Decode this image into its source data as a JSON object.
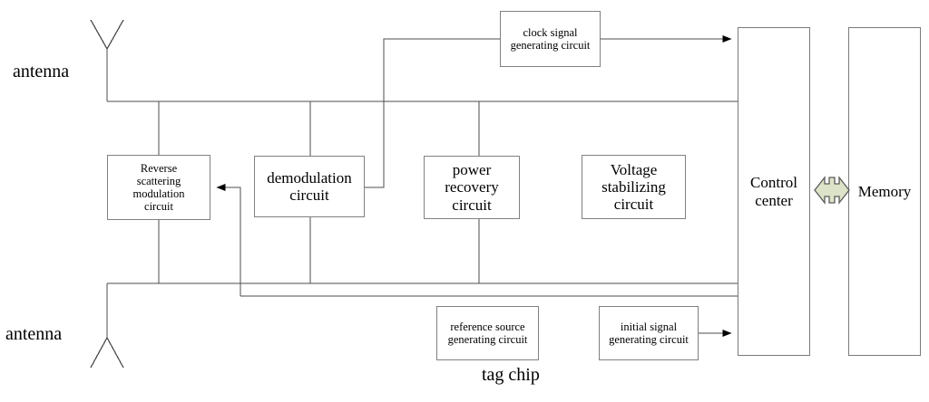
{
  "diagram": {
    "title": "tag chip",
    "type": "block-diagram",
    "domain": "RFID tag chip architecture"
  },
  "labels": {
    "antenna_top": "antenna",
    "antenna_bottom": "antenna",
    "tag_chip": "tag chip"
  },
  "blocks": {
    "clock_signal": {
      "line1": "clock signal",
      "line2": "generating circuit",
      "text": "clock signal generating circuit"
    },
    "reverse_scattering": {
      "line1": "Reverse",
      "line2": "scattering",
      "line3": "modulation",
      "line4": "circuit",
      "text": "Reverse scattering modulation circuit"
    },
    "demodulation": {
      "line1": "demodulation",
      "line2": "circuit",
      "text": "demodulation circuit"
    },
    "power_recovery": {
      "line1": "power",
      "line2": "recovery",
      "line3": "circuit",
      "text": "power recovery circuit"
    },
    "voltage_stabilizing": {
      "line1": "Voltage",
      "line2": "stabilizing",
      "line3": "circuit",
      "text": "Voltage stabilizing circuit"
    },
    "control_center": {
      "line1": "Control",
      "line2": "center",
      "text": "Control center"
    },
    "memory": {
      "line1": "Memory",
      "text": "Memory"
    },
    "reference_source": {
      "line1": "reference source",
      "line2": "generating circuit",
      "text": "reference source generating circuit"
    },
    "initial_signal": {
      "line1": "initial signal",
      "line2": "generating circuit",
      "text": "initial signal generating circuit"
    }
  },
  "icons": {
    "antenna_top": "antenna-dipole-up-icon",
    "antenna_bottom": "antenna-dipole-down-icon",
    "bus_exchange": "bidirectional-arrow-icon"
  },
  "colors": {
    "background": "#ffffff",
    "box_stroke": "#808080",
    "wire": "#4d4d4d",
    "text": "#000000",
    "exchange_fill": "#dde3c8",
    "exchange_stroke": "#5a5a5a",
    "arrowhead": "#000000"
  },
  "connections": [
    {
      "from": "antenna_top",
      "to": "top-bus",
      "kind": "line"
    },
    {
      "from": "top-bus",
      "to": "reverse_scattering",
      "kind": "line"
    },
    {
      "from": "top-bus",
      "to": "demodulation",
      "kind": "line"
    },
    {
      "from": "top-bus",
      "to": "power_recovery",
      "kind": "line"
    },
    {
      "from": "top-bus",
      "to": "control_center",
      "kind": "line"
    },
    {
      "from": "clock_signal",
      "to": "control_center",
      "kind": "arrow"
    },
    {
      "from": "demodulation",
      "to": "clock_signal",
      "kind": "line"
    },
    {
      "from": "demodulation",
      "to": "reverse_scattering",
      "kind": "arrow"
    },
    {
      "from": "reverse_scattering",
      "to": "bottom-bus",
      "kind": "line"
    },
    {
      "from": "demodulation",
      "to": "bottom-bus",
      "kind": "line"
    },
    {
      "from": "power_recovery",
      "to": "bottom-bus",
      "kind": "line"
    },
    {
      "from": "bottom-bus",
      "to": "antenna_bottom",
      "kind": "line"
    },
    {
      "from": "bottom-bus",
      "to": "control_center",
      "kind": "line"
    },
    {
      "from": "initial_signal",
      "to": "control_center",
      "kind": "arrow"
    },
    {
      "from": "control_center",
      "to": "memory",
      "kind": "bidirectional"
    }
  ]
}
